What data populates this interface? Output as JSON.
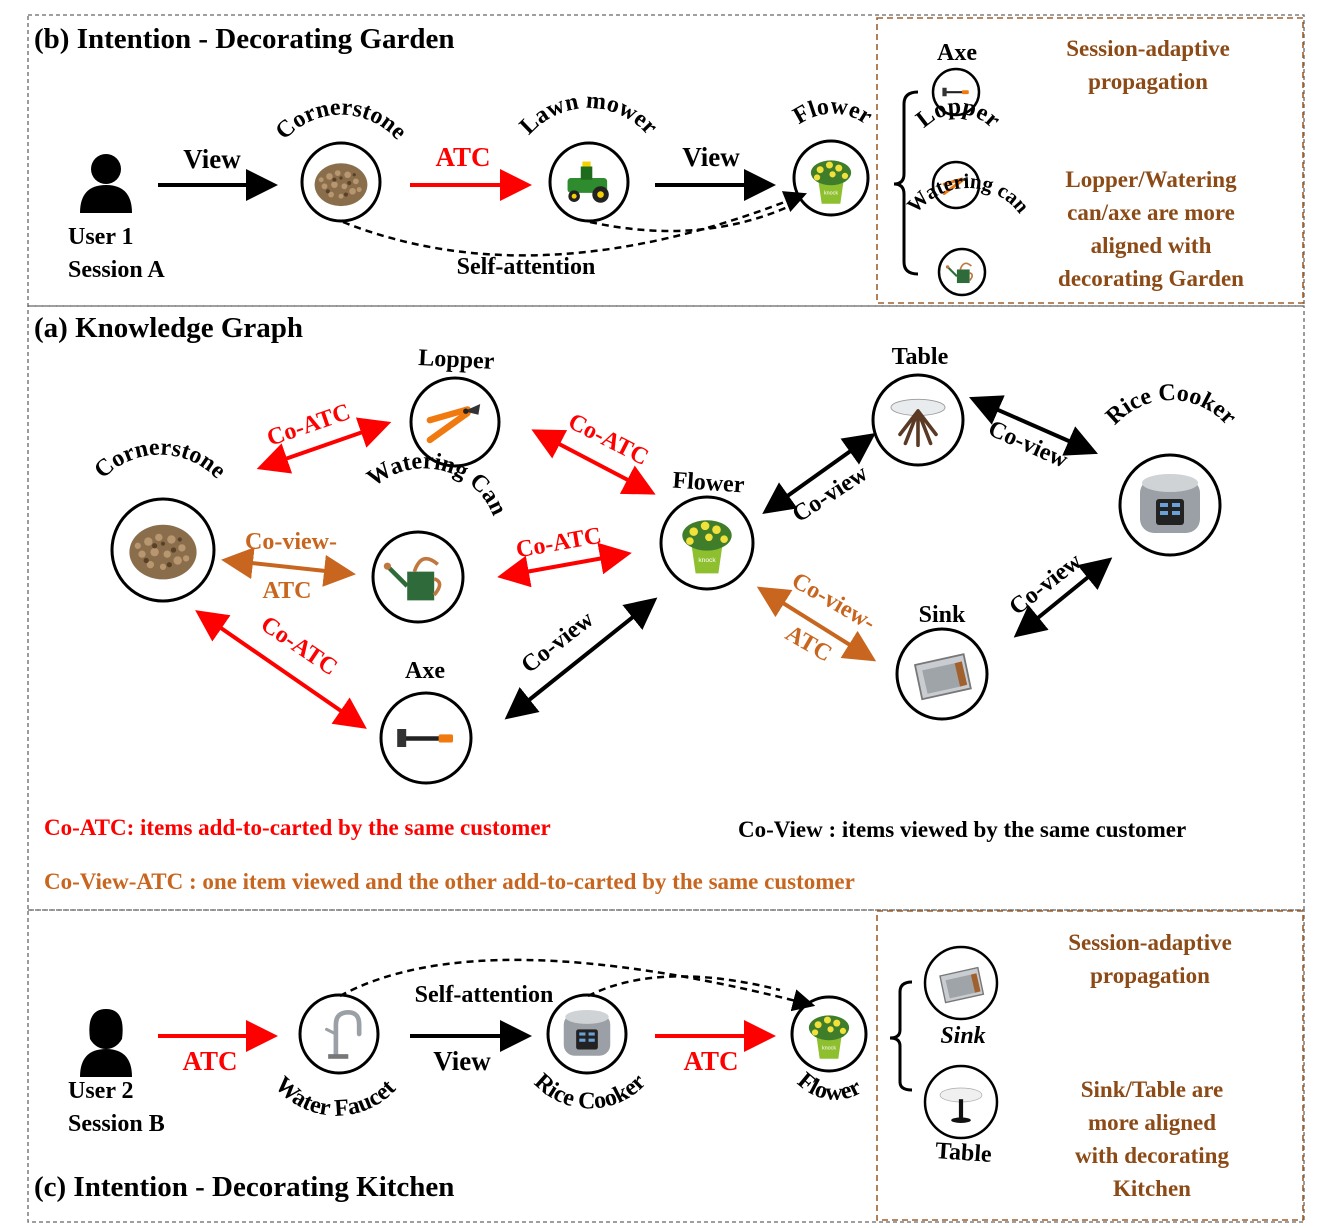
{
  "colors": {
    "atc": "#ff0000",
    "view": "#000000",
    "coviewatc": "#c8661f",
    "brown_text": "#8b4a16",
    "panel_border": "#666666"
  },
  "panel_b": {
    "title": "(b) Intention - Decorating Garden",
    "user_line1": "User 1",
    "user_line2": "Session A",
    "items": {
      "cornerstone": "Cornerstone",
      "lawn_mower": "Lawn mower",
      "flower": "Flower"
    },
    "edges": {
      "view1": "View",
      "atc": "ATC",
      "view2": "View",
      "self_attention": "Self-attention"
    },
    "neighbors": {
      "axe": "Axe",
      "lopper": "Lopper",
      "watering_can": "Watering can"
    },
    "side_title": [
      "Session-adaptive",
      "propagation"
    ],
    "side_note": [
      "Lopper/Watering",
      "can/axe are more",
      "aligned with",
      "decorating Garden"
    ]
  },
  "panel_a": {
    "title": "(a) Knowledge Graph",
    "nodes": {
      "lopper": "Lopper",
      "cornerstone": "Cornerstone",
      "watering_can": "Watering Can",
      "axe": "Axe",
      "flower": "Flower",
      "table": "Table",
      "rice_cooker": "Rice Cooker",
      "sink": "Sink"
    },
    "edges": {
      "coatc": "Co-ATC",
      "coview": "Co-view",
      "coviewatc_1": "Co-view-",
      "coviewatc_2": "ATC"
    },
    "legend": {
      "coatc": "Co-ATC: items add-to-carted by the same customer",
      "coview": "Co-View : items viewed by the same customer",
      "coviewatc": "Co-View-ATC : one item viewed and the other add-to-carted by the same customer"
    }
  },
  "panel_c": {
    "title": "(c) Intention - Decorating Kitchen",
    "user_line1": "User 2",
    "user_line2": "Session B",
    "items": {
      "water_faucet": "Water Faucet",
      "rice_cooker": "Rice Cooker",
      "flower": "Flower"
    },
    "edges": {
      "atc1": "ATC",
      "view": "View",
      "atc2": "ATC",
      "self_attention": "Self-attention"
    },
    "neighbors": {
      "sink": "Sink",
      "table": "Table"
    },
    "side_title": [
      "Session-adaptive",
      "propagation"
    ],
    "side_note": [
      "Sink/Table  are",
      "more aligned",
      "with decorating",
      "Kitchen"
    ]
  }
}
